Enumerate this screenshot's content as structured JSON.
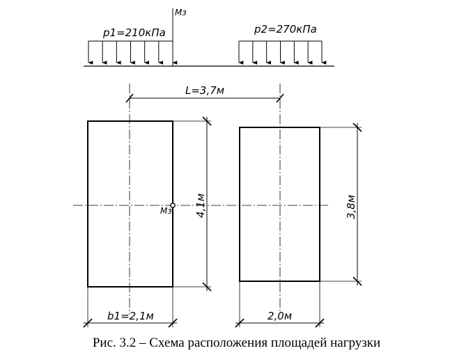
{
  "diagram": {
    "moment_label_top": "Mз",
    "moment_label_center": "Mз",
    "load_left": "p1=210кПа",
    "load_right": "p2=270кПа",
    "span_label": "L=3,7м",
    "left_height_label": "4,1м",
    "right_height_label": "3,8м",
    "left_width_label": "b1=2,1м",
    "right_width_label": "2,0м"
  },
  "caption": "Рис. 3.2 – Схема расположения площадей нагрузки"
}
